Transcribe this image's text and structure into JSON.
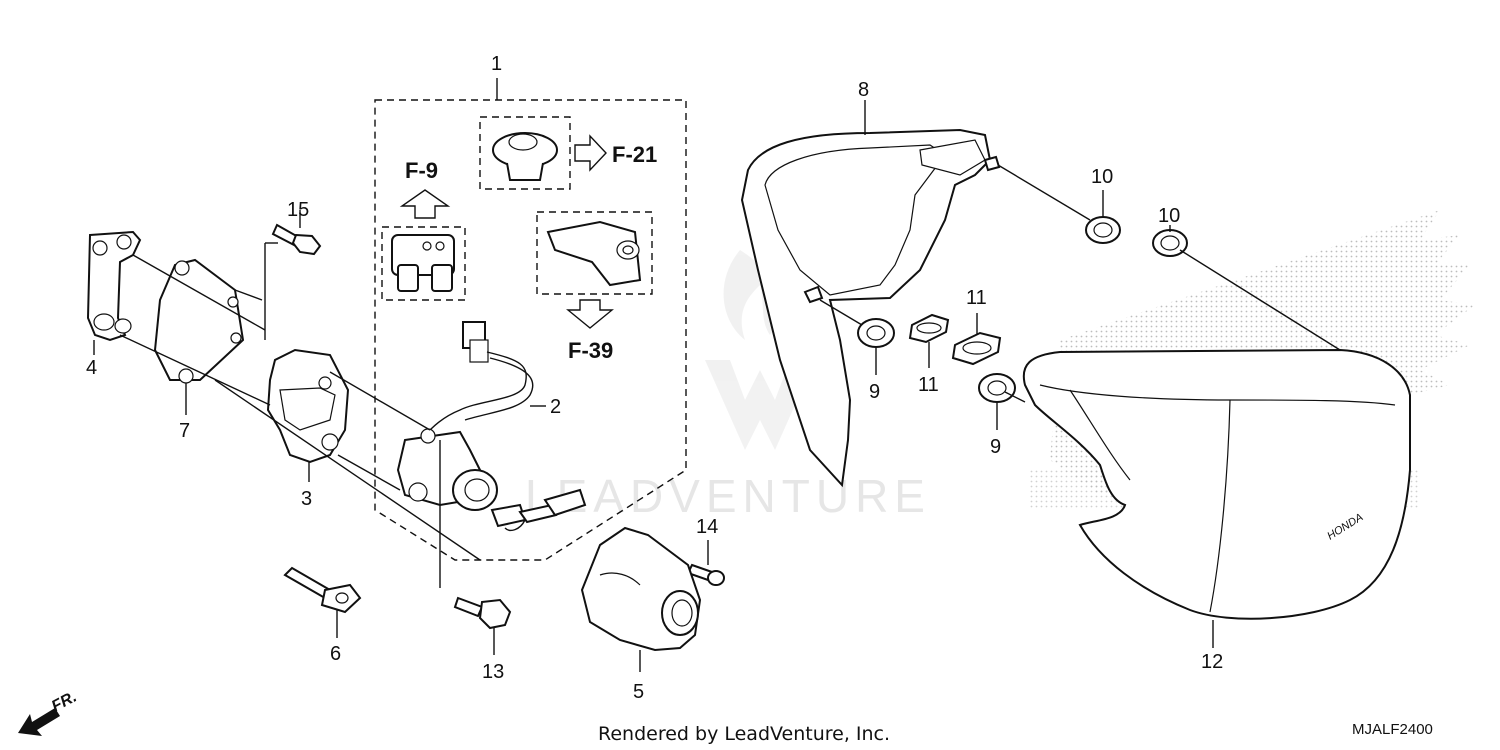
{
  "diagram": {
    "callouts": {
      "p1": "1",
      "p2": "2",
      "p3": "3",
      "p4": "4",
      "p5": "5",
      "p6": "6",
      "p7": "7",
      "p8": "8",
      "p9a": "9",
      "p9b": "9",
      "p10a": "10",
      "p10b": "10",
      "p11a": "11",
      "p11b": "11",
      "p12": "12",
      "p13": "13",
      "p14": "14",
      "p15": "15"
    },
    "refs": {
      "f9": "F-9",
      "f21": "F-21",
      "f39": "F-39"
    },
    "direction_label": "FR.",
    "watermark": "LEADVENTURE",
    "footer": "Rendered by LeadVenture, Inc.",
    "code": "MJALF2400",
    "cover_logo": "HONDA"
  }
}
